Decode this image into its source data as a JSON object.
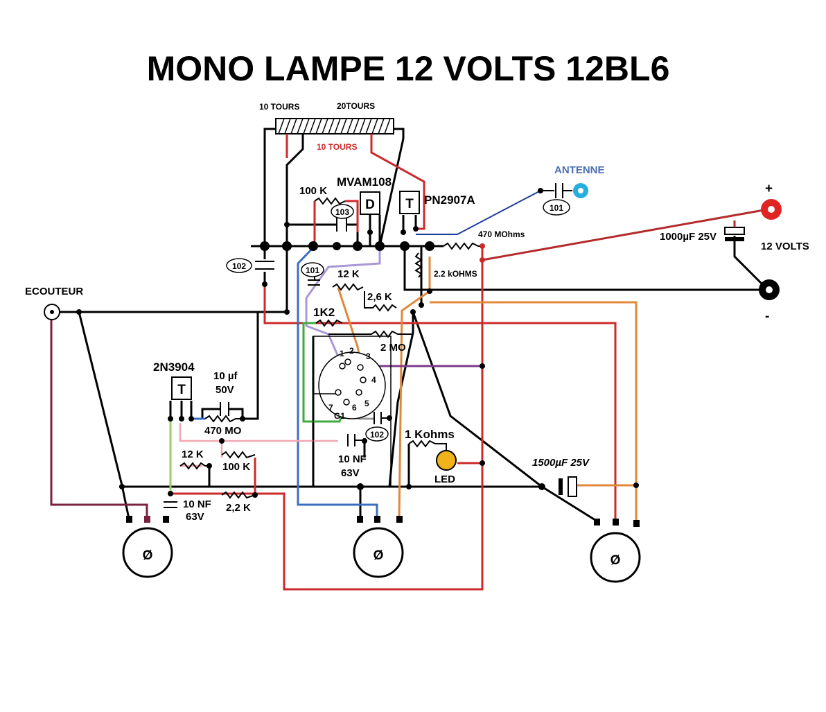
{
  "title": "MONO LAMPE 12 VOLTS 12BL6",
  "coil": {
    "label_left": "10 TOURS",
    "label_right": "20TOURS",
    "label_red": "10 TOURS"
  },
  "components": {
    "diode_label": "MVAM108",
    "diode_symbol": "D",
    "pnp_label": "PN2907A",
    "pnp_symbol": "T",
    "npn_label": "2N3904",
    "npn_symbol": "T",
    "r_100k_top": "100 K",
    "cap_103": "103",
    "cap_101_left": "101",
    "cap_101_ant": "101",
    "cap_102_left": "102",
    "cap_102_tube": "102",
    "r_470mohms": "470 MOhms",
    "r_2_2kohms": "2.2 kOHMS",
    "r_12k_top": "12 K",
    "r_2_6k": "2,6 K",
    "r_1k2": "1K2",
    "r_2mo": "2 MO",
    "c_10uf": "10 µf",
    "c_10uf_v": "50V",
    "r_470mo": "470 MO",
    "r_12k_low": "12 K",
    "r_100k_low": "100 K",
    "c_10nf_a": "10 NF",
    "c_10nf_a_v": "63V",
    "c_10nf_b": "10 NF",
    "c_10nf_b_v": "63V",
    "r_2_2k": "2,2 K",
    "r_1kohms": "1 Kohms",
    "led": "LED",
    "c_1500uf": "1500µF 25V",
    "c_1000uf": "1000µF 25V",
    "pot_symbol": "Ø"
  },
  "connectors": {
    "antenne": "ANTENNE",
    "ecouteur": "ECOUTEUR",
    "plus": "+",
    "minus": "-",
    "supply": "12 VOLTS"
  },
  "tube_pins": [
    "1",
    "2",
    "3",
    "4",
    "5",
    "6",
    "7",
    "G1"
  ],
  "colors": {
    "wire_black": "#000000",
    "wire_red": "#cc2a2a",
    "wire_darkred": "#b52b2b",
    "wire_blue": "#3b6ec2",
    "wire_navy": "#1f3c9a",
    "wire_orange": "#e0883a",
    "wire_lavender": "#a997d6",
    "wire_green": "#3faa3f",
    "wire_lightgreen": "#9ccc6a",
    "wire_pink": "#f0a6b0",
    "wire_maroon": "#7a2040",
    "wire_purple": "#7a3b8a",
    "wire_gray": "#9a9a9a",
    "led_color": "#f2b21a",
    "antenna_color": "#26aee0",
    "plus_terminal": "#e02424"
  }
}
